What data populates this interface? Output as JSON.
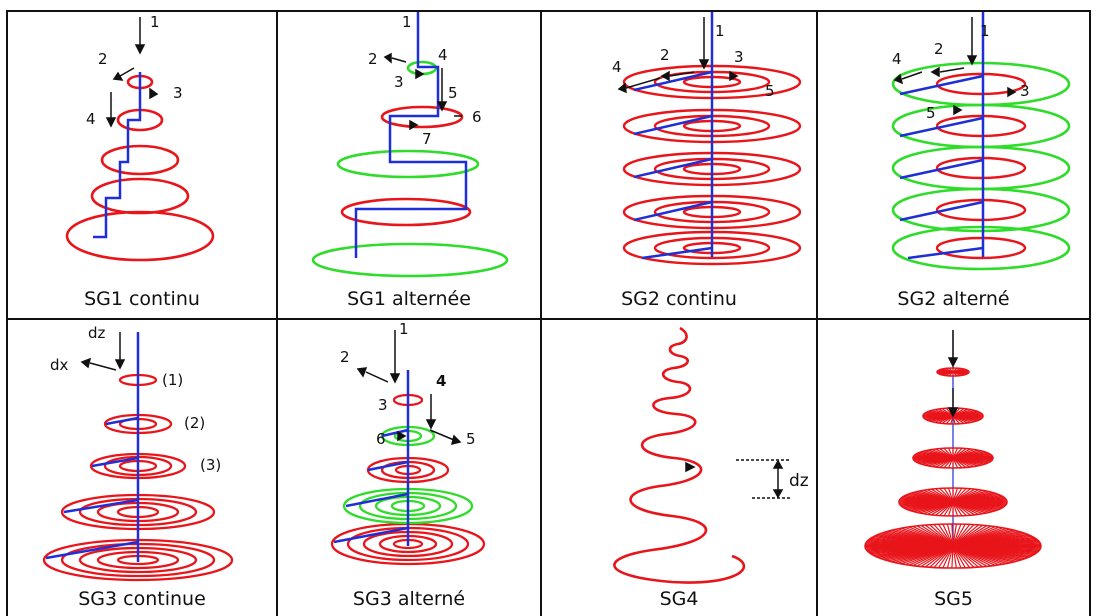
{
  "colors": {
    "red": "#e8151b",
    "green": "#2fdc2a",
    "blue": "#1f2fd6",
    "border": "#111111"
  },
  "panels": [
    {
      "id": "sg1c",
      "caption": "SG1 continu",
      "labels": [
        "1",
        "2",
        "3",
        "4"
      ]
    },
    {
      "id": "sg1a",
      "caption": "SG1 alternée",
      "labels": [
        "1",
        "2",
        "4",
        "3",
        "5",
        "6",
        "7"
      ]
    },
    {
      "id": "sg2c",
      "caption": "SG2 continu",
      "labels": [
        "1",
        "2",
        "3",
        "4",
        "5"
      ]
    },
    {
      "id": "sg2a",
      "caption": "SG2 alterné",
      "labels": [
        "1",
        "2",
        "4",
        "3",
        "5"
      ]
    },
    {
      "id": "sg3c",
      "caption": "SG3 continue",
      "labels": [
        "dz",
        "dx",
        "(1)",
        "(2)",
        "(3)"
      ]
    },
    {
      "id": "sg3a",
      "caption": "SG3 alterné",
      "labels": [
        "1",
        "2",
        "4",
        "3",
        "6",
        "5"
      ]
    },
    {
      "id": "sg4",
      "caption": "SG4",
      "labels": [
        "dz"
      ]
    },
    {
      "id": "sg5",
      "caption": "SG5",
      "labels": []
    }
  ]
}
